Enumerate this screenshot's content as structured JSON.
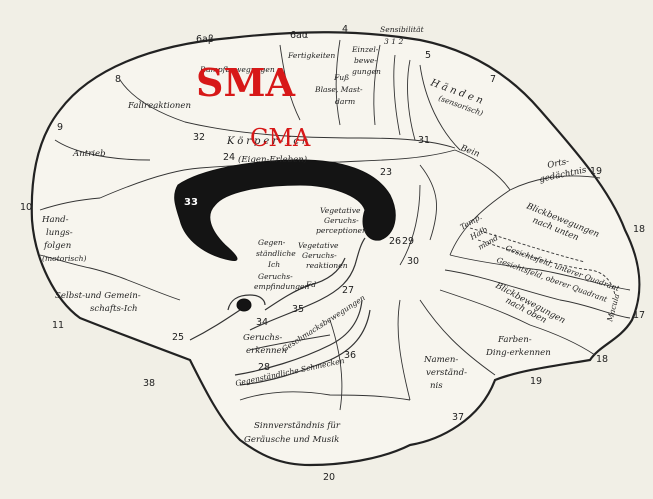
{
  "overlay": {
    "sma": "SMA",
    "cma": "CMA"
  },
  "labels": {
    "rumpfbewegungen": "Rumpfbewegungen",
    "fertigkeiten": "Fertigkeiten",
    "einzelbewegungen": [
      "Einzel-",
      "bewe-",
      "gungen"
    ],
    "sensibilitaet": "Sensibilität",
    "sens_numbers": "3 1 2",
    "fuss_blase": [
      "Fuß",
      "Blase, Mast-",
      "darm"
    ],
    "haende": [
      "Händen",
      "(sensorisch)"
    ],
    "bein": "Bein",
    "fallreaktionen": "Fallreaktionen",
    "antrieb": "Antrieb",
    "handlungsfolgen": [
      "Hand-",
      "lungs-",
      "folgen",
      "(motorisch)"
    ],
    "koerper_ich": "Körper-Ich",
    "eigen_erleben": "(Eigen-Erleben)",
    "ortsgedaechtnis": [
      "Orts-",
      "gedächtnis"
    ],
    "blickbewegungen_unten": [
      "Blickbewegungen",
      "nach unten"
    ],
    "temp_halb_mond": [
      "Temp.",
      "Halb",
      "mond"
    ],
    "gesichtsfeld_unterer": "Gesichtsfeld, unterer Quadrant",
    "gesichtsfeld_oberer": "Gesichtsfeld, oberer Quadrant",
    "blickbewegungen_oben": [
      "Blickbewegungen",
      "nach oben"
    ],
    "macula": "Macula",
    "farben_ding": [
      "Farben-",
      "Ding-erkennen"
    ],
    "namenverstaendnis": [
      "Namen-",
      "verständ-",
      "nis"
    ],
    "gegenstaendliche": [
      "Gegen-",
      "ständliche",
      "Ich"
    ],
    "vegetative_geruchsperceptionen": [
      "Vegetative",
      "Geruchs-",
      "perceptionen"
    ],
    "vegetative_geruchsreaktionen": [
      "Vegetative",
      "Geruchs-",
      "reaktionen"
    ],
    "geruchsempfindungen": [
      "Geruchs-",
      "empfindungen"
    ],
    "fd": "Fd",
    "selbst_gemeinschafts": [
      "Selbst-und Gemein-",
      "schafts-Ich"
    ],
    "geruchserkennen": [
      "Geruchs-",
      "erkennen"
    ],
    "geschmacksbewegungen": "Geschmacksbewegungen",
    "gegenstaendliche_schmecken": "Gegenständliche Schmecken",
    "sinnverstaendnis": [
      "Sinnverständnis für",
      "Geräusche und Musik"
    ]
  },
  "area_numbers": {
    "n6ab": "6aβ",
    "n6aa": "6aα",
    "n4": "4",
    "n5": "5",
    "n7": "7",
    "n8": "8",
    "n9": "9",
    "n10": "10",
    "n11": "11",
    "n32": "32",
    "n31": "31",
    "n24": "24",
    "n23": "23",
    "n33": "33",
    "n26": "26",
    "n29": "29",
    "n30": "30",
    "n19a": "19",
    "n18a": "18",
    "n17": "17",
    "n18b": "18",
    "n19b": "19",
    "n27": "27",
    "n34": "34",
    "n25": "25",
    "n28": "28",
    "n35": "35",
    "n36": "36",
    "n37": "37",
    "n38": "38",
    "n20": "20"
  }
}
